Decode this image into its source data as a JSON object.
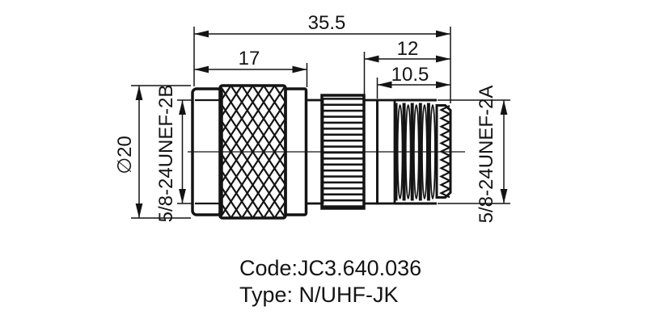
{
  "drawing": {
    "dimensions": {
      "overall_length": "35.5",
      "left_body_length": "17",
      "right_body_length": "12",
      "right_thread_length": "10.5",
      "body_diameter": "∅20",
      "left_thread_spec": "5/8-24UNEF-2B",
      "right_thread_spec": "5/8-24UNEF-2A"
    },
    "notes": {
      "code": "Code:JC3.640.036",
      "type": "Type: N/UHF-JK"
    },
    "colors": {
      "line": "#141414",
      "background": "#ffffff"
    }
  }
}
